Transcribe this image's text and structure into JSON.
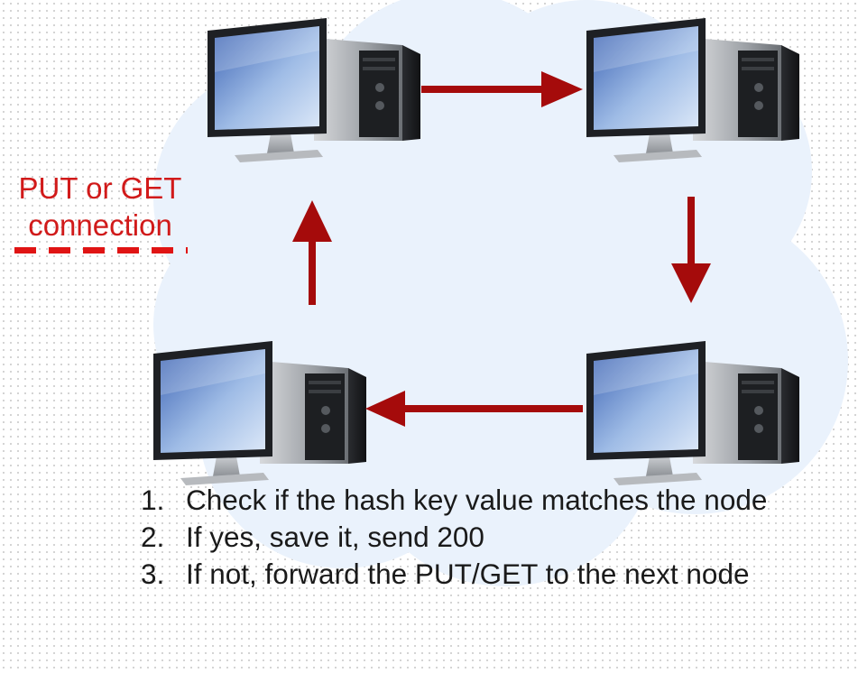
{
  "diagram": {
    "nodes": [
      {
        "id": "top-left",
        "icon": "desktop-computer-icon"
      },
      {
        "id": "top-right",
        "icon": "desktop-computer-icon"
      },
      {
        "id": "bottom-right",
        "icon": "desktop-computer-icon"
      },
      {
        "id": "bottom-left",
        "icon": "desktop-computer-icon"
      }
    ],
    "arrows": [
      {
        "from": "top-left",
        "to": "top-right",
        "color": "#a50b0b"
      },
      {
        "from": "top-right",
        "to": "bottom-right",
        "color": "#a50b0b"
      },
      {
        "from": "bottom-right",
        "to": "bottom-left",
        "color": "#a50b0b"
      },
      {
        "from": "bottom-left",
        "to": "top-left",
        "color": "#a50b0b"
      }
    ],
    "cloud_color": "#eaf2fc"
  },
  "legend": {
    "line1": "PUT or GET",
    "line2": "connection",
    "color": "#d11a1a",
    "line_style": "dashed"
  },
  "steps": [
    {
      "number": "1.",
      "text": "Check if the hash key value matches the node"
    },
    {
      "number": "2.",
      "text": "If yes, save it, send 200"
    },
    {
      "number": "3.",
      "text": "If not, forward the PUT/GET to the next node"
    }
  ]
}
